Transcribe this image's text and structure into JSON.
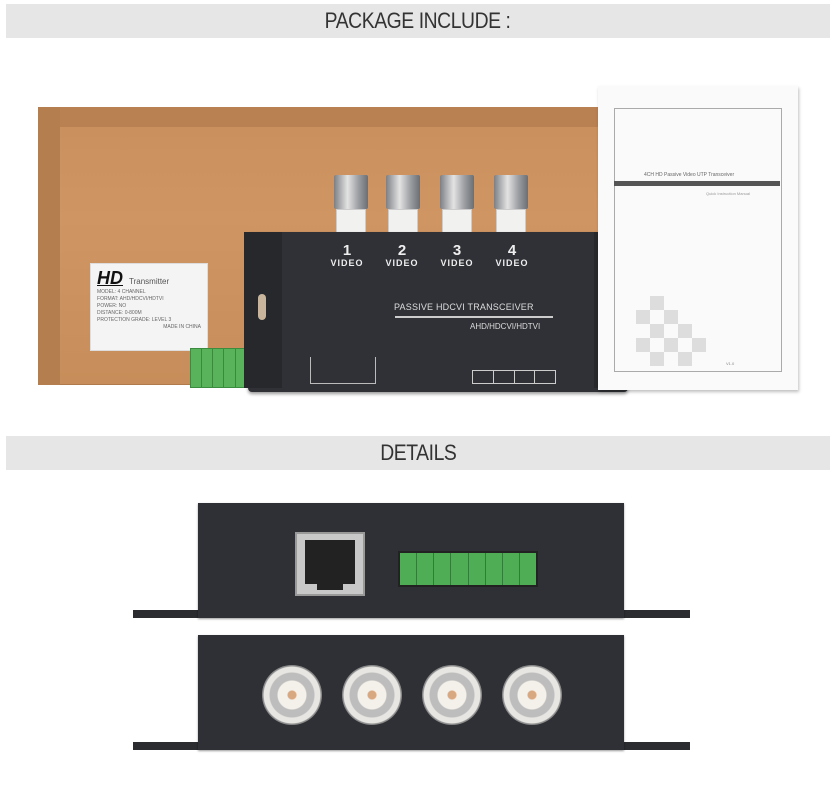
{
  "sections": {
    "package": {
      "title": "PACKAGE INCLUDE :"
    },
    "details": {
      "title": "DETAILS"
    }
  },
  "box_label": {
    "brand": "HD",
    "type": "Transmitter",
    "lines": [
      "MODEL: 4 CHANNEL",
      "FORMAT: AHD/HDCVI/HDTVI",
      "POWER: NO",
      "DISTANCE: 0-800M",
      "PROTECTION GRADE: LEVEL 3",
      "MADE IN CHINA"
    ]
  },
  "device": {
    "channels": [
      {
        "number": "1",
        "label": "VIDEO"
      },
      {
        "number": "2",
        "label": "VIDEO"
      },
      {
        "number": "3",
        "label": "VIDEO"
      },
      {
        "number": "4",
        "label": "VIDEO"
      }
    ],
    "title": "PASSIVE HDCVI TRANSCEIVER",
    "formats": "AHD/HDCVI/HDTVI"
  },
  "manual": {
    "title": "4CH HD Passive Video UTP Transceiver",
    "subtitle": "Quick Instruction Manual",
    "version": "V1.0"
  },
  "colors": {
    "banner_bg": "#e6e6e6",
    "device_body": "#2f3136",
    "terminal_green": "#58b35a",
    "cardboard": "#cf9563"
  }
}
